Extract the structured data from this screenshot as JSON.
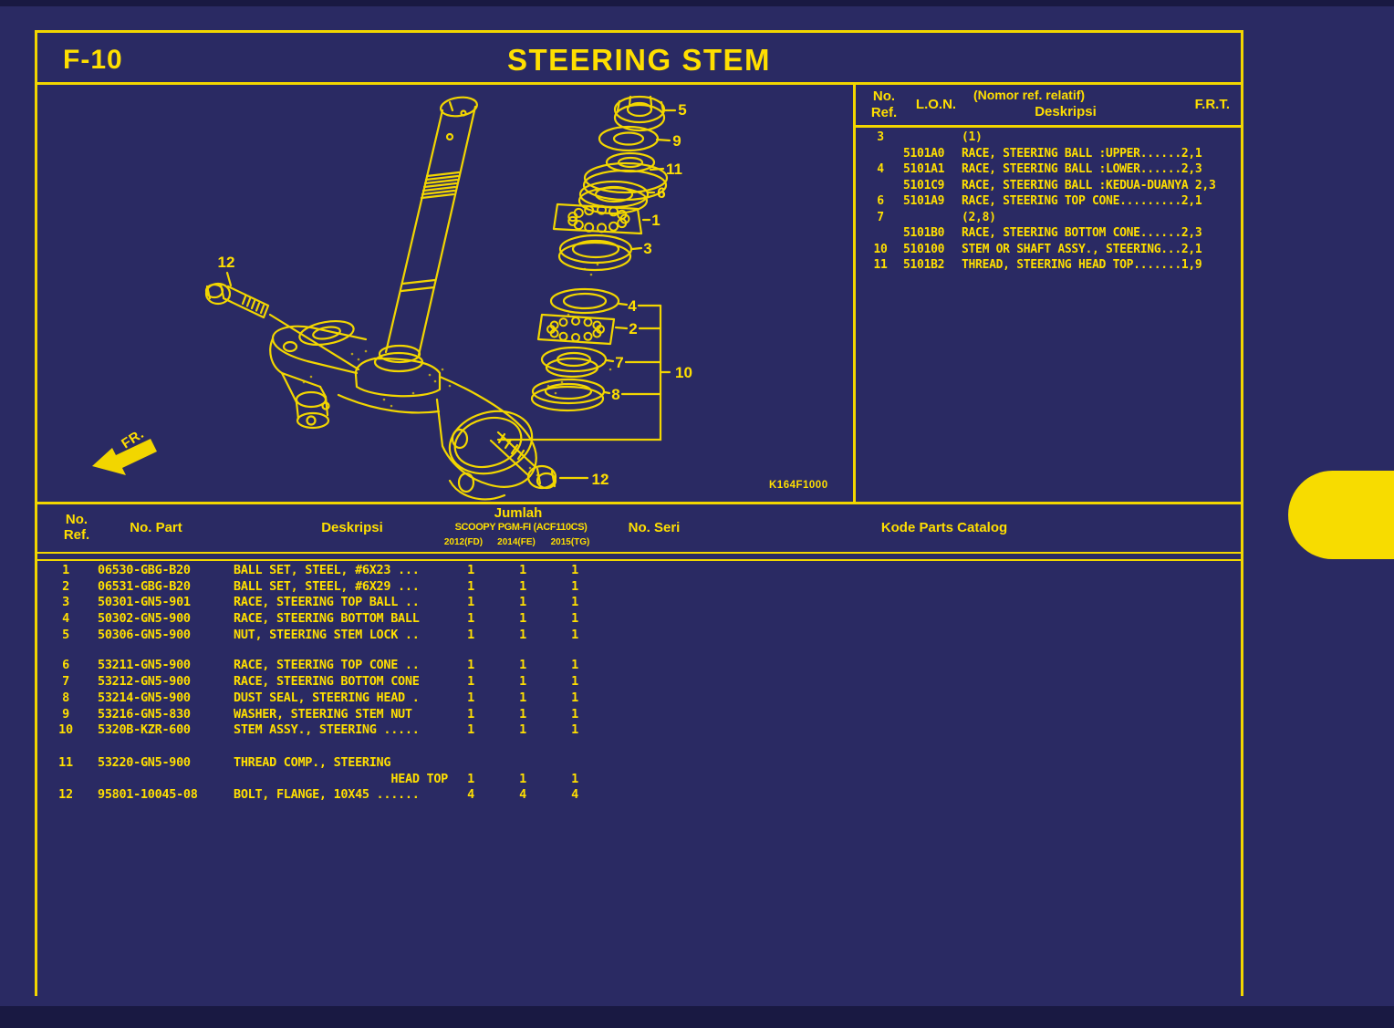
{
  "colors": {
    "background": "#2a2a63",
    "background_dark": "#191942",
    "line_yellow": "#f2d600",
    "text_yellow": "#ffdf00",
    "tab_yellow": "#f7dc00"
  },
  "header": {
    "code": "F-10",
    "title": "STEERING STEM"
  },
  "diagram": {
    "fr_label": "FR.",
    "code": "K164F1000",
    "callouts": {
      "c5": "5",
      "c9": "9",
      "c11": "11",
      "c6": "6",
      "c1": "1",
      "c3": "3",
      "c4": "4",
      "c2": "2",
      "c7": "7",
      "c8": "8",
      "c10": "10",
      "c12_top": "12",
      "c12_bottom": "12"
    }
  },
  "ref_table": {
    "headers": {
      "no": "No.",
      "ref": "Ref.",
      "lon": "L.O.N.",
      "note": "(Nomor ref. relatif)",
      "deskripsi": "Deskripsi",
      "frt": "F.R.T."
    },
    "rows": [
      {
        "ref": "3",
        "lon": "",
        "desc": "(1)"
      },
      {
        "ref": "",
        "lon": "5101A0",
        "desc": "RACE, STEERING BALL :UPPER......2,1"
      },
      {
        "ref": "4",
        "lon": "5101A1",
        "desc": "RACE, STEERING BALL :LOWER......2,3"
      },
      {
        "ref": "",
        "lon": "5101C9",
        "desc": "RACE, STEERING BALL :KEDUA-DUANYA 2,3"
      },
      {
        "ref": "6",
        "lon": "5101A9",
        "desc": "RACE, STEERING TOP CONE.........2,1"
      },
      {
        "ref": "7",
        "lon": "",
        "desc": "(2,8)"
      },
      {
        "ref": "",
        "lon": "5101B0",
        "desc": "RACE, STEERING BOTTOM CONE......2,3"
      },
      {
        "ref": "10",
        "lon": "510100",
        "desc": "STEM OR SHAFT ASSY., STEERING...2,1"
      },
      {
        "ref": "11",
        "lon": "5101B2",
        "desc": "THREAD, STEERING HEAD TOP.......1,9"
      }
    ]
  },
  "parts_table": {
    "headers": {
      "no": "No.",
      "ref": "Ref.",
      "part": "No. Part",
      "deskripsi": "Deskripsi",
      "jumlah": "Jumlah",
      "model": "SCOOPY PGM-FI (ACF110CS)",
      "year1": "2012(FD)",
      "year2": "2014(FE)",
      "year3": "2015(TG)",
      "seri": "No. Seri",
      "kode": "Kode Parts Catalog"
    },
    "rows": [
      {
        "ref": "1",
        "part": "06530-GBG-B20",
        "desc": "BALL SET, STEEL, #6X23 ...",
        "q1": "1",
        "q2": "1",
        "q3": "1"
      },
      {
        "ref": "2",
        "part": "06531-GBG-B20",
        "desc": "BALL SET, STEEL, #6X29 ...",
        "q1": "1",
        "q2": "1",
        "q3": "1"
      },
      {
        "ref": "3",
        "part": "50301-GN5-901",
        "desc": "RACE, STEERING TOP BALL ..",
        "q1": "1",
        "q2": "1",
        "q3": "1"
      },
      {
        "ref": "4",
        "part": "50302-GN5-900",
        "desc": "RACE, STEERING BOTTOM BALL",
        "q1": "1",
        "q2": "1",
        "q3": "1"
      },
      {
        "ref": "5",
        "part": "50306-GN5-900",
        "desc": "NUT, STEERING STEM LOCK ..",
        "q1": "1",
        "q2": "1",
        "q3": "1"
      },
      {
        "ref": "6",
        "part": "53211-GN5-900",
        "desc": "RACE, STEERING TOP CONE ..",
        "q1": "1",
        "q2": "1",
        "q3": "1"
      },
      {
        "ref": "7",
        "part": "53212-GN5-900",
        "desc": "RACE, STEERING BOTTOM CONE",
        "q1": "1",
        "q2": "1",
        "q3": "1"
      },
      {
        "ref": "8",
        "part": "53214-GN5-900",
        "desc": "DUST SEAL, STEERING HEAD .",
        "q1": "1",
        "q2": "1",
        "q3": "1"
      },
      {
        "ref": "9",
        "part": "53216-GN5-830",
        "desc": "WASHER, STEERING STEM NUT",
        "q1": "1",
        "q2": "1",
        "q3": "1"
      },
      {
        "ref": "10",
        "part": "5320B-KZR-600",
        "desc": "STEM ASSY., STEERING .....",
        "q1": "1",
        "q2": "1",
        "q3": "1"
      },
      {
        "ref": "11",
        "part": "53220-GN5-900",
        "desc": "THREAD COMP., STEERING",
        "q1": "",
        "q2": "",
        "q3": ""
      },
      {
        "ref": "",
        "part": "",
        "desc": "HEAD TOP",
        "q1": "1",
        "q2": "1",
        "q3": "1"
      },
      {
        "ref": "12",
        "part": "95801-10045-08",
        "desc": "BOLT, FLANGE, 10X45 ......",
        "q1": "4",
        "q2": "4",
        "q3": "4"
      }
    ]
  }
}
